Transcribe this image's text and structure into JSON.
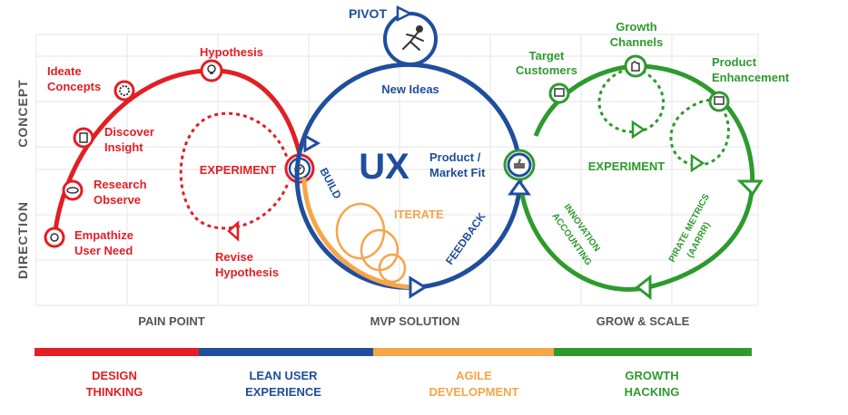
{
  "colors": {
    "red": "#e31e24",
    "blue": "#1f4e9c",
    "orange": "#f5a54a",
    "green": "#2e9a2e",
    "gray": "#555555"
  },
  "axis": {
    "concept": "CONCEPT",
    "direction": "DIRECTION",
    "pain_point": "PAIN POINT",
    "mvp_solution": "MVP SOLUTION",
    "grow_scale": "GROW & SCALE"
  },
  "design_thinking": {
    "hypothesis": "Hypothesis",
    "ideate_1": "Ideate",
    "ideate_2": "Concepts",
    "discover_1": "Discover",
    "discover_2": "Insight",
    "research_1": "Research",
    "research_2": "Observe",
    "empathize_1": "Empathize",
    "empathize_2": "User Need",
    "experiment": "EXPERIMENT",
    "revise_1": "Revise",
    "revise_2": "Hypothesis"
  },
  "lean_ux": {
    "pivot": "PIVOT",
    "new_ideas": "New Ideas",
    "ux": "UX",
    "build": "BUILD",
    "iterate": "ITERATE",
    "feedback": "FEEDBACK",
    "pmf_1": "Product /",
    "pmf_2": "Market Fit"
  },
  "growth": {
    "target_1": "Target",
    "target_2": "Customers",
    "channels_1": "Growth",
    "channels_2": "Channels",
    "enhance_1": "Product",
    "enhance_2": "Enhancement",
    "experiment": "EXPERIMENT",
    "innovation_1": "INNOVATION",
    "innovation_2": "ACCOUNTING",
    "pirate_1": "PIRATE METRICS",
    "pirate_2": "(AARRR)"
  },
  "legend": {
    "design_1": "DESIGN",
    "design_2": "THINKING",
    "lean_1": "LEAN USER",
    "lean_2": "EXPERIENCE",
    "agile_1": "AGILE",
    "agile_2": "DEVELOPMENT",
    "growth_1": "GROWTH",
    "growth_2": "HACKING"
  }
}
